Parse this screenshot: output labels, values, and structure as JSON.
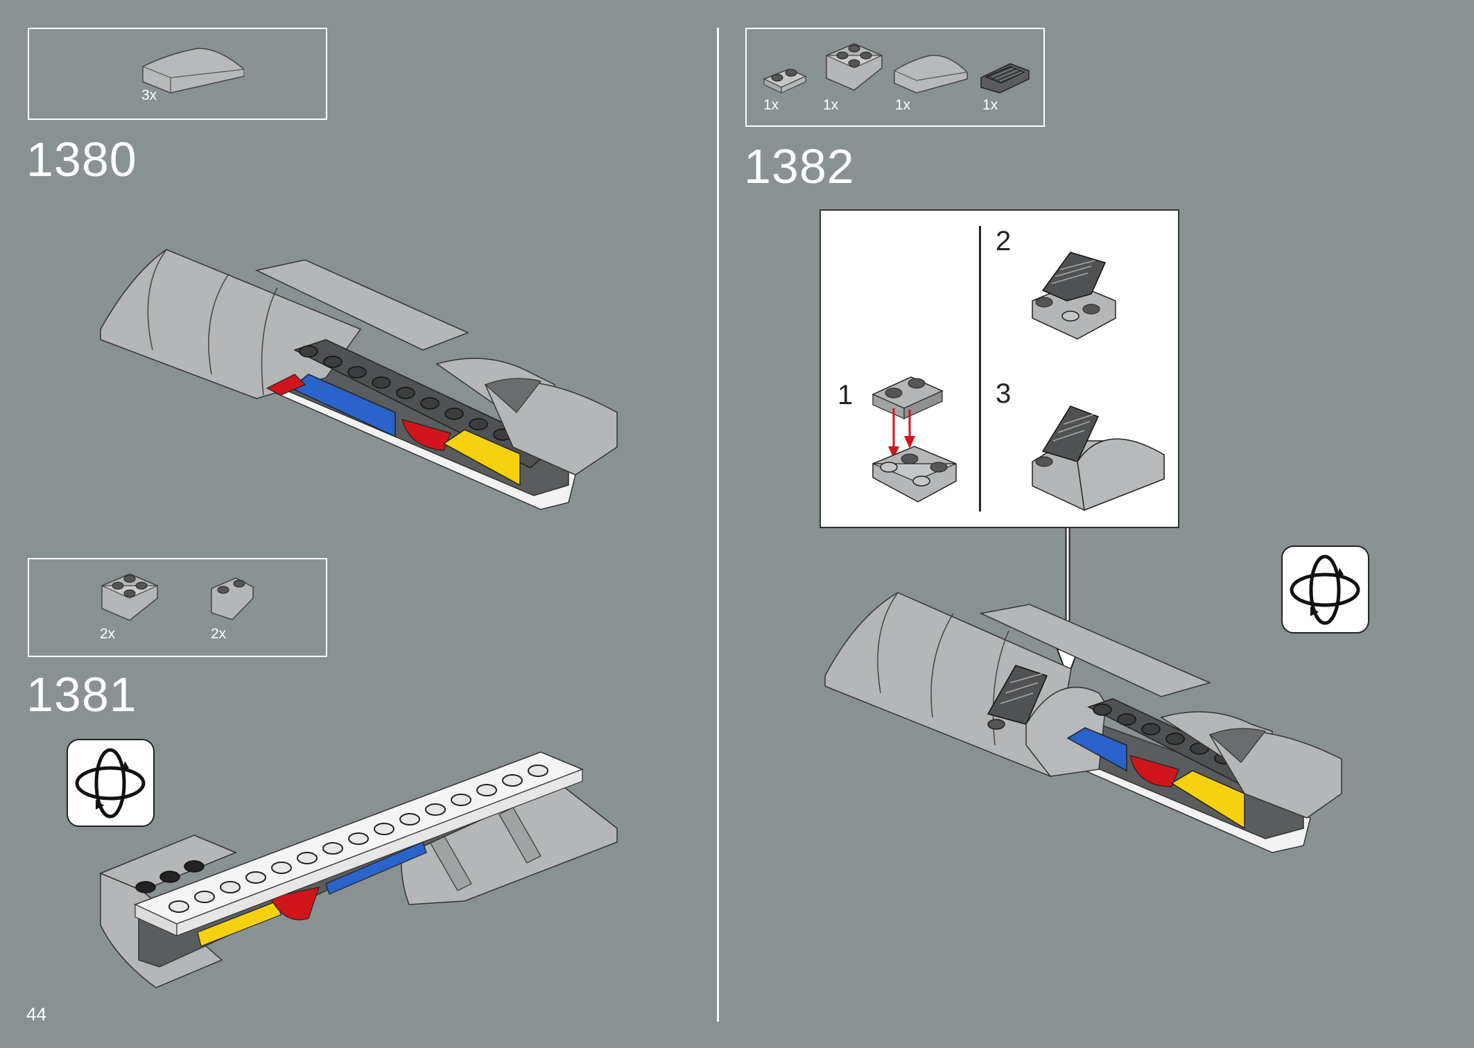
{
  "page_number": "44",
  "steps": [
    {
      "number": "1380",
      "parts": [
        {
          "qty": "3x",
          "part": "curved-slope-light-grey"
        }
      ]
    },
    {
      "number": "1381",
      "parts": [
        {
          "qty": "2x",
          "part": "inverted-slope-2x2-light-grey"
        },
        {
          "qty": "2x",
          "part": "inverted-slope-1x2-light-grey"
        }
      ],
      "rotate_icon": "rotate-model-icon"
    },
    {
      "number": "1382",
      "parts": [
        {
          "qty": "1x",
          "part": "plate-1x2-light-grey"
        },
        {
          "qty": "1x",
          "part": "inverted-slope-2x2-light-grey"
        },
        {
          "qty": "1x",
          "part": "curved-slope-light-grey"
        },
        {
          "qty": "1x",
          "part": "grille-slope-dark-grey"
        }
      ],
      "callout": {
        "sub_steps": [
          "1",
          "2",
          "3"
        ]
      },
      "rotate_icon": "rotate-model-icon"
    }
  ],
  "colors": {
    "background": "#8a9193",
    "light_grey": "#b4b6b7",
    "dark_grey": "#5a5c5e",
    "blue": "#2a63c9",
    "red": "#d0161c",
    "yellow": "#f6d10d",
    "white": "#ffffff",
    "arrow_red": "#d0161c"
  }
}
